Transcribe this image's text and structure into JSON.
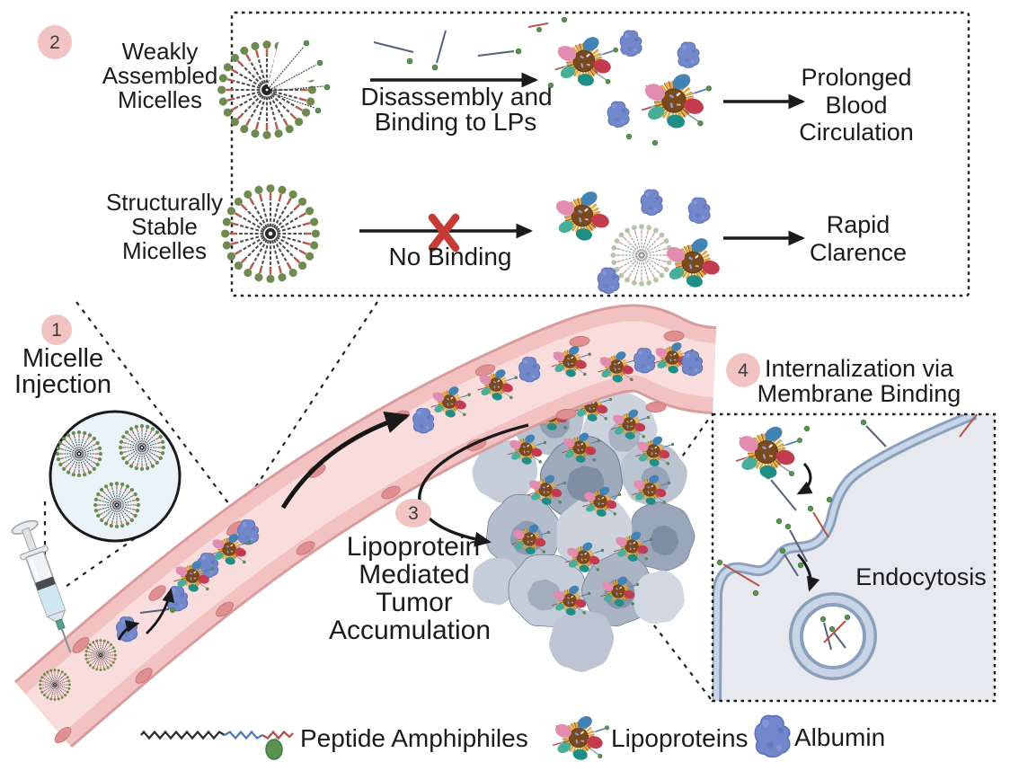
{
  "badges": {
    "badge1": "1",
    "badge2": "2",
    "badge3": "3",
    "badge4": "4"
  },
  "step1_label": [
    "Micelle",
    "Injection"
  ],
  "step3_label": [
    "Lipoprotein",
    "Mediated",
    "Tumor",
    "Accumulation"
  ],
  "step4_label": [
    "Internalization via",
    "Membrane Binding"
  ],
  "box2": {
    "weakly": {
      "label": [
        "Weakly",
        "Assembled",
        "Micelles"
      ],
      "process": [
        "Disassembly and",
        "Binding to LPs"
      ],
      "outcome": [
        "Prolonged",
        "Blood",
        "Circulation"
      ]
    },
    "stable": {
      "label": [
        "Structurally",
        "Stable",
        "Micelles"
      ],
      "process": [
        "No Binding"
      ],
      "outcome": [
        "Rapid",
        "Clarence"
      ]
    }
  },
  "box4_label": "Endocytosis",
  "legend": {
    "items": [
      {
        "icon": "peptide-amphiphile-icon",
        "label": "Peptide Amphiphiles"
      },
      {
        "icon": "lipoprotein-icon",
        "label": "Lipoproteins"
      },
      {
        "icon": "albumin-icon",
        "label": "Albumin"
      }
    ]
  },
  "colors": {
    "badge_pink": "#f1c3c3",
    "vessel_wall": "#f2c2c2",
    "vessel_lumen": "#f9dcdc",
    "vessel_nucleus": "#e09090",
    "albumin_blue": "#7288cb",
    "peptide_green": "#5a9350",
    "lipoprotein_gold": "#eaaa40",
    "lipoprotein_core": "#7a4a1e",
    "membrane_blue": "#8ba0bd",
    "cell_interior": "#e7e9ee",
    "tumor_gray": "#aab4c3",
    "x_red": "#c43c35"
  }
}
